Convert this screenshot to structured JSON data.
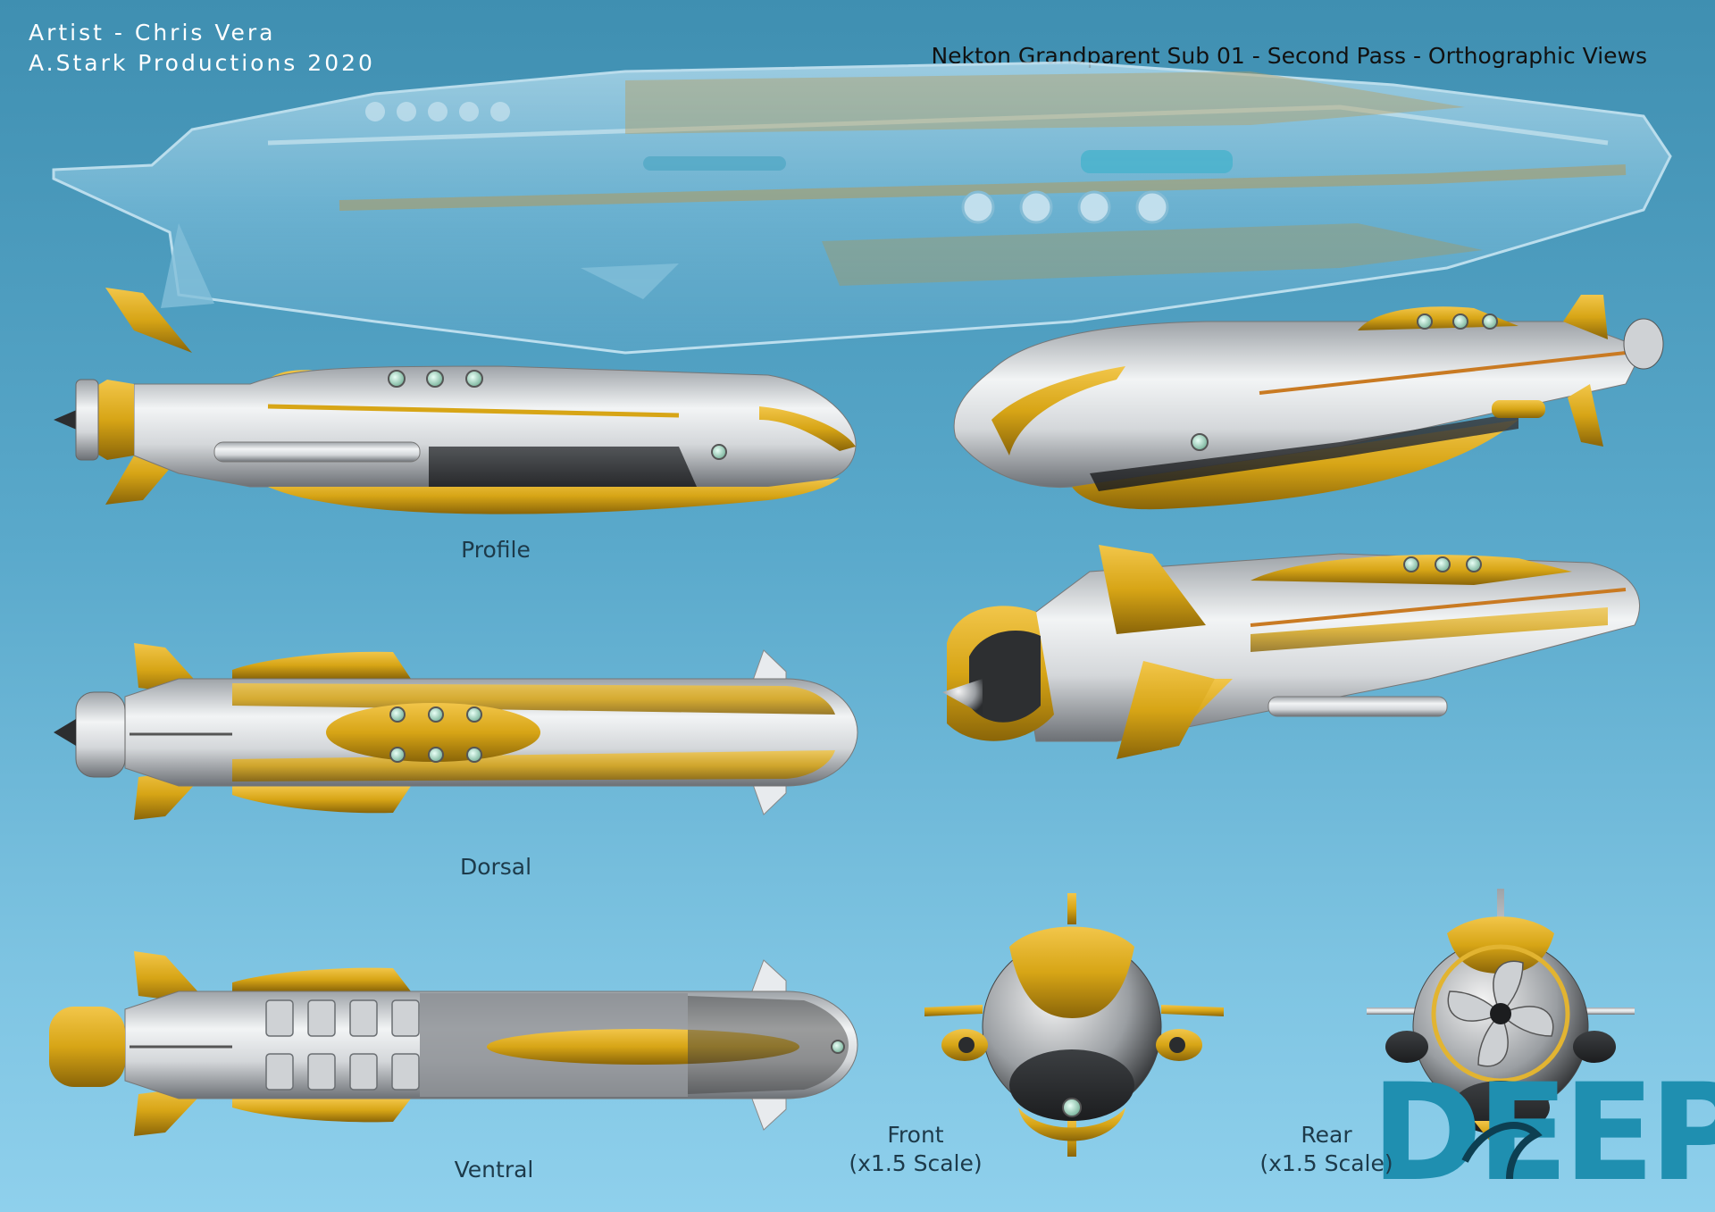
{
  "credits": {
    "artist": "Artist - Chris Vera",
    "studio": "A.Stark Productions 2020"
  },
  "sheet_title": "Nekton Grandparent Sub 01 - Second Pass - Orthographic Views",
  "views": {
    "profile": "Profile",
    "dorsal": "Dorsal",
    "ventral": "Ventral",
    "front": "Front",
    "front_scale": "(x1.5 Scale)",
    "rear": "Rear",
    "rear_scale": "(x1.5 Scale)"
  },
  "logo": {
    "text": "DEEP"
  },
  "colors": {
    "hull_silver": "#d9dcdf",
    "hull_gold": "#d7a516",
    "ghost_blue": "#9fd3ec",
    "logo_teal": "#1f8fb0"
  }
}
